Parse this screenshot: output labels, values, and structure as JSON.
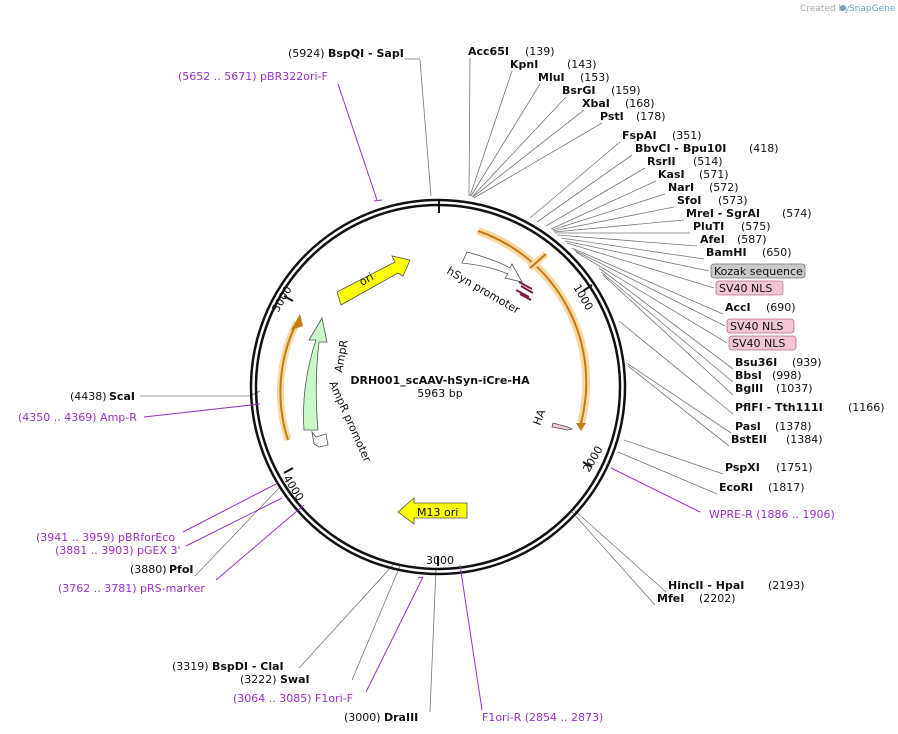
{
  "credit": {
    "prefix": "Created by",
    "brand": "SnapGene"
  },
  "plasmid": {
    "name": "DRH001_scAAV-hSyn-iCre-HA",
    "size": "5963 bp"
  },
  "ticks": [
    "1000",
    "2000",
    "3000",
    "4000",
    "5000"
  ],
  "features": {
    "ori": "ori",
    "ampr": "AmpR",
    "ampr_promoter": "AmpR promoter",
    "hsyn": "hSyn promoter",
    "ha": "HA",
    "m13": "M13 ori"
  },
  "sites_right": [
    {
      "name": "Acc65I",
      "pos": "(139)"
    },
    {
      "name": "KpnI",
      "pos": "(143)"
    },
    {
      "name": "MluI",
      "pos": "(153)"
    },
    {
      "name": "BsrGI",
      "pos": "(159)"
    },
    {
      "name": "XbaI",
      "pos": "(168)"
    },
    {
      "name": "PstI",
      "pos": "(178)"
    },
    {
      "name": "FspAI",
      "pos": "(351)"
    },
    {
      "name": "BbvCI - Bpu10I",
      "pos": "(418)"
    },
    {
      "name": "RsrII",
      "pos": "(514)"
    },
    {
      "name": "KasI",
      "pos": "(571)"
    },
    {
      "name": "NarI",
      "pos": "(572)"
    },
    {
      "name": "SfoI",
      "pos": "(573)"
    },
    {
      "name": "MreI - SgrAI",
      "pos": "(574)"
    },
    {
      "name": "PluTI",
      "pos": "(575)"
    },
    {
      "name": "AfeI",
      "pos": "(587)"
    },
    {
      "name": "BamHI",
      "pos": "(650)"
    },
    {
      "name": "AccI",
      "pos": "(690)"
    },
    {
      "name": "Bsu36I",
      "pos": "(939)"
    },
    {
      "name": "BbsI",
      "pos": "(998)"
    },
    {
      "name": "BglII",
      "pos": "(1037)"
    },
    {
      "name": "PflFI - Tth111I",
      "pos": "(1166)"
    },
    {
      "name": "PasI",
      "pos": "(1378)"
    },
    {
      "name": "BstEII",
      "pos": "(1384)"
    },
    {
      "name": "PspXI",
      "pos": "(1751)"
    },
    {
      "name": "EcoRI",
      "pos": "(1817)"
    },
    {
      "name": "HincII - HpaI",
      "pos": "(2193)"
    },
    {
      "name": "MfeI",
      "pos": "(2202)"
    }
  ],
  "boxed_features": [
    {
      "label": "Kozak sequence",
      "style": "gray"
    },
    {
      "label": "SV40 NLS",
      "style": "pink"
    },
    {
      "label": "SV40 NLS",
      "style": "pink"
    },
    {
      "label": "SV40 NLS",
      "style": "pink"
    }
  ],
  "sites_left": [
    {
      "name": "BspQI - SapI",
      "pos": "(5924)"
    },
    {
      "name": "ScaI",
      "pos": "(4438)"
    },
    {
      "name": "PfoI",
      "pos": "(3880)"
    },
    {
      "name": "BspDI - ClaI",
      "pos": "(3319)"
    },
    {
      "name": "SwaI",
      "pos": "(3222)"
    },
    {
      "name": "DraIII",
      "pos": "(3000)"
    }
  ],
  "primers": [
    {
      "text": "(5652 .. 5671)  pBR322ori-F"
    },
    {
      "text": "WPRE-R    (1886 .. 1906)"
    },
    {
      "text": "(4350 .. 4369)  Amp-R"
    },
    {
      "text": "(3941 .. 3959)  pBRforEco"
    },
    {
      "text": "(3881 .. 3903)  pGEX 3'"
    },
    {
      "text": "(3762 .. 3781)  pRS-marker"
    },
    {
      "text": "(3064 .. 3085)  F1ori-F"
    },
    {
      "text": "F1ori-R    (2854 .. 2873)"
    }
  ],
  "colors": {
    "backbone": "#111111",
    "orf": "#f2b04b",
    "orf_core": "#c87a14",
    "ori": "#ffff00",
    "ampr": "#c8f7c8",
    "primer": "#9b2fc9",
    "kozak_fill": "#c9c9c9",
    "nls_fill": "#f2c5d2",
    "hsyn_mark": "#7a1f4a"
  }
}
